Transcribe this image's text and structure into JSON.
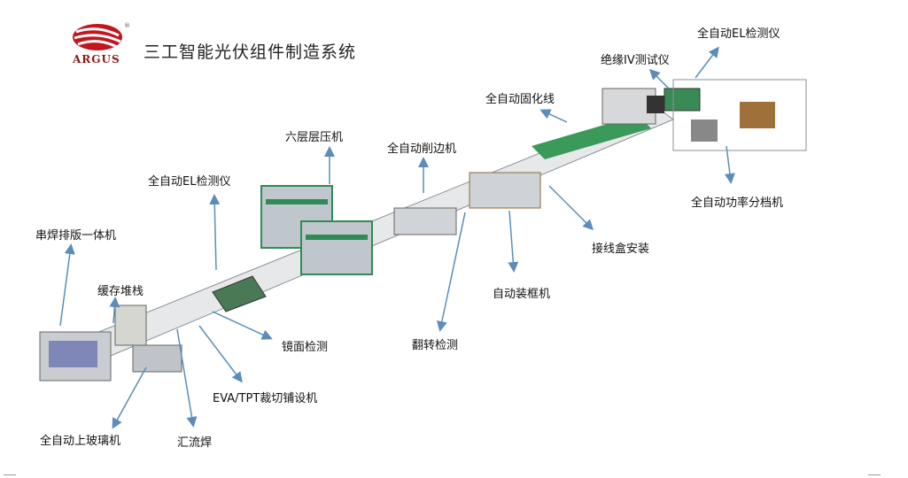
{
  "header": {
    "logo_text": "ARGUS",
    "logo_mark": "®",
    "title": "三工智能光伏组件制造系统"
  },
  "stations": [
    {
      "id": "string-welding-layup",
      "label": "串焊排版一体机"
    },
    {
      "id": "buffer-stack",
      "label": "缓存堆栈"
    },
    {
      "id": "auto-glass-loader",
      "label": "全自动上玻璃机"
    },
    {
      "id": "bus-welding",
      "label": "汇流焊"
    },
    {
      "id": "eva-tpt-cutting",
      "label": "EVA/TPT裁切铺设机"
    },
    {
      "id": "mirror-inspection",
      "label": "镜面检测"
    },
    {
      "id": "el-tester-1",
      "label": "全自动EL检测仪"
    },
    {
      "id": "six-layer-laminator",
      "label": "六层层压机"
    },
    {
      "id": "auto-trimmer",
      "label": "全自动削边机"
    },
    {
      "id": "flip-inspection",
      "label": "翻转检测"
    },
    {
      "id": "auto-framing",
      "label": "自动装框机"
    },
    {
      "id": "junction-box-install",
      "label": "接线盒安装"
    },
    {
      "id": "auto-curing-line",
      "label": "全自动固化线"
    },
    {
      "id": "insulation-iv-tester",
      "label": "绝缘IV测试仪"
    },
    {
      "id": "el-tester-2",
      "label": "全自动EL检测仪"
    },
    {
      "id": "power-sorter",
      "label": "全自动功率分档机"
    }
  ],
  "colors": {
    "arrow": "#5b8db8",
    "machine_green": "#2e8b57",
    "machine_gray": "#9aa0a6",
    "logo_red": "#c0161c"
  }
}
